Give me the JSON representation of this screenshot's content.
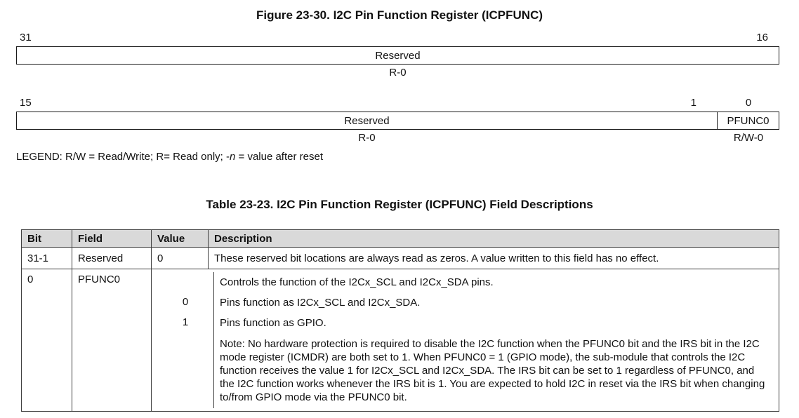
{
  "figure": {
    "title": "Figure 23-30. I2C Pin Function Register (ICPFUNC)",
    "upper_word": {
      "bit_msb": "31",
      "bit_lsb": "16",
      "field": "Reserved",
      "access": "R-0"
    },
    "lower_word": {
      "bit_msb": "15",
      "bit_mid": "1",
      "bit_lsb": "0",
      "reserved_field": "Reserved",
      "reserved_access": "R-0",
      "pfunc_field": "PFUNC0",
      "pfunc_access": "R/W-0"
    },
    "legend_prefix": "LEGEND: R/W = Read/Write; R= Read only; -",
    "legend_italic": "n",
    "legend_suffix": " = value after reset"
  },
  "table": {
    "title": "Table 23-23. I2C Pin Function Register (ICPFUNC) Field Descriptions",
    "headers": [
      "Bit",
      "Field",
      "Value",
      "Description"
    ],
    "rows": [
      {
        "bit": "31-1",
        "field": "Reserved",
        "value": "0",
        "description": "These reserved bit locations are always read as zeros. A value written to this field has no effect."
      },
      {
        "bit": "0",
        "field": "PFUNC0",
        "subrows": [
          {
            "value": "",
            "description": "Controls the function of the I2Cx_SCL and I2Cx_SDA pins."
          },
          {
            "value": "0",
            "description": "Pins function as I2Cx_SCL and I2Cx_SDA."
          },
          {
            "value": "1",
            "description": "Pins function as GPIO."
          },
          {
            "value": "",
            "description": "Note: No hardware protection is required to disable the I2C function when the PFUNC0 bit and the IRS bit in the I2C mode register (ICMDR) are both set to 1. When PFUNC0 = 1 (GPIO mode), the sub-module that controls the I2C function receives the value 1 for I2Cx_SCL and I2Cx_SDA. The IRS bit can be set to 1 regardless of PFUNC0, and the I2C function works whenever the IRS bit is 1. You are expected to hold I2C in reset via the IRS bit when changing to/from GPIO mode via the PFUNC0 bit."
          }
        ]
      }
    ]
  },
  "colors": {
    "table_header_bg": "#d9d9d9",
    "border_color": "#3d3d3d"
  }
}
